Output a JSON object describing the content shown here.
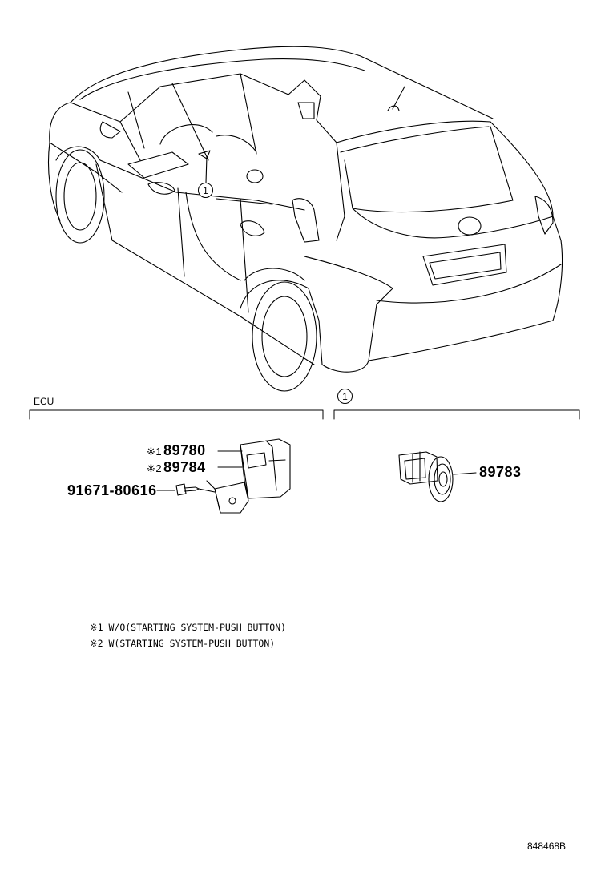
{
  "sections": {
    "left_title": "ECU",
    "right_callout": "1"
  },
  "vehicle": {
    "callout": "1"
  },
  "parts": {
    "ecu_w_o": {
      "mark": "※1",
      "number": "89780"
    },
    "ecu_w": {
      "mark": "※2",
      "number": "89784"
    },
    "bolt": {
      "number": "91671-80616"
    },
    "sensor": {
      "number": "89783"
    }
  },
  "notes": [
    "※1 W/O(STARTING SYSTEM-PUSH BUTTON)",
    "※2 W(STARTING SYSTEM-PUSH BUTTON)"
  ],
  "diagram_code": "848468B",
  "colors": {
    "line": "#000000",
    "background": "#ffffff"
  }
}
